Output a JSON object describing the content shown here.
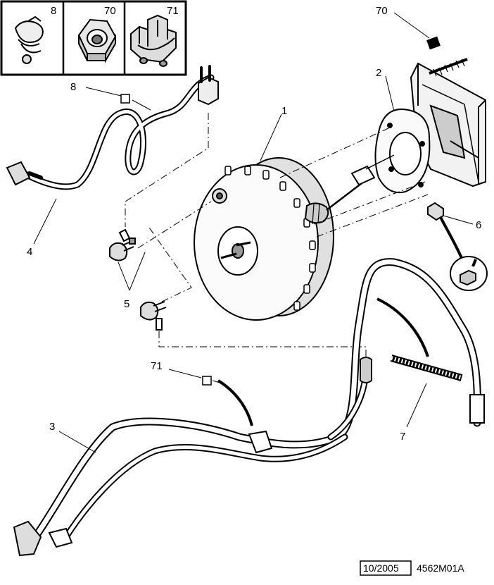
{
  "inset_labels": [
    "8",
    "70",
    "71"
  ],
  "callouts": {
    "c70": "70",
    "c2": "2",
    "c8": "8",
    "c1": "1",
    "c4": "4",
    "c6": "6",
    "c5": "5",
    "c71": "71",
    "c3": "3",
    "c7": "7"
  },
  "footer": {
    "date": "10/2005",
    "ref": "4562M01A"
  }
}
